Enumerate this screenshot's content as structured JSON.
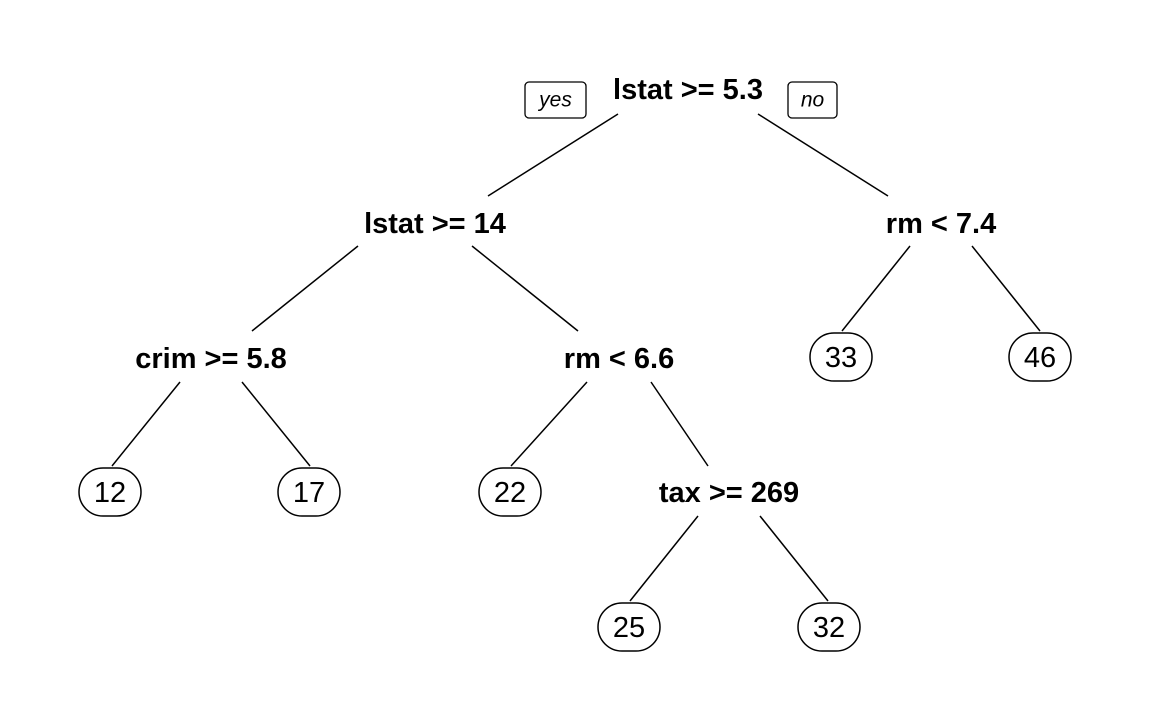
{
  "tree": {
    "branch_labels": {
      "yes": "yes",
      "no": "no"
    },
    "splits": {
      "root": "lstat >= 5.3",
      "left": "lstat >= 14",
      "right": "rm < 7.4",
      "left_left": "crim >= 5.8",
      "left_right": "rm < 6.6",
      "left_right_right": "tax >= 269"
    },
    "leaves": {
      "ll_yes": "12",
      "ll_no": "17",
      "lr_yes": "22",
      "lrr_yes": "25",
      "lrr_no": "32",
      "r_yes": "33",
      "r_no": "46"
    }
  }
}
